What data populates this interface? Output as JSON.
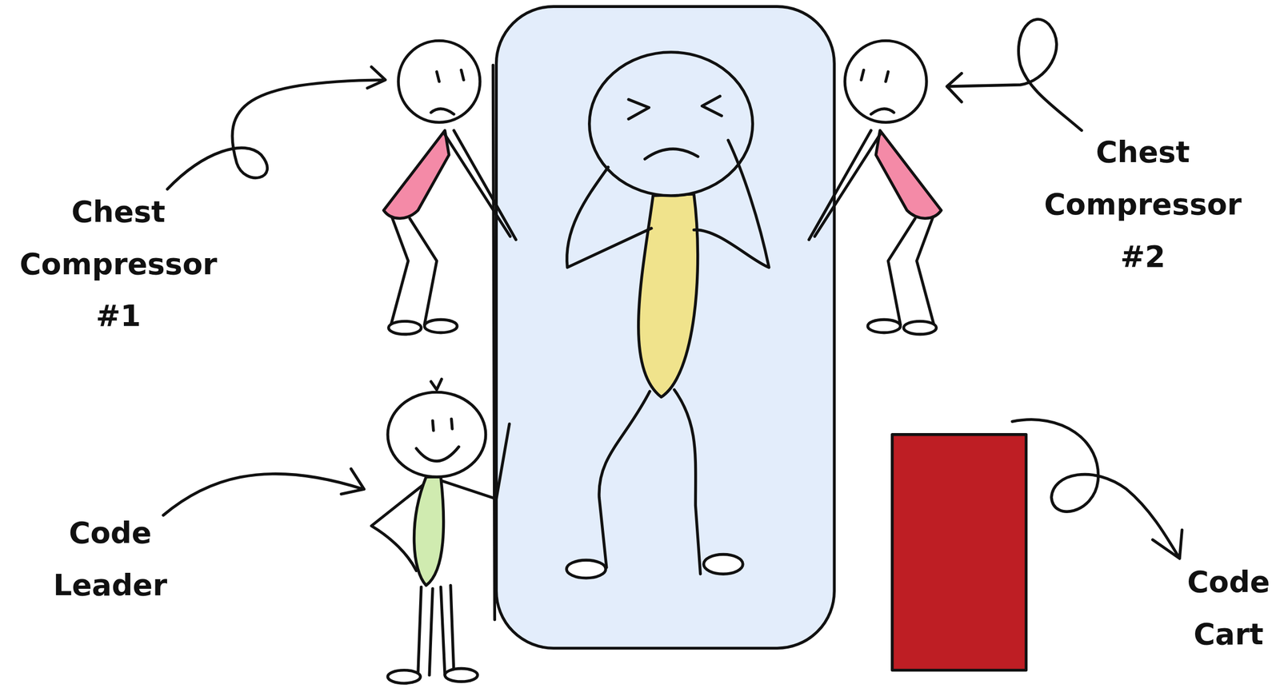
{
  "diagram": {
    "labels": [
      "Chest Compressor #1",
      "Chest Compressor #2",
      "Code Leader",
      "Code Cart"
    ]
  }
}
